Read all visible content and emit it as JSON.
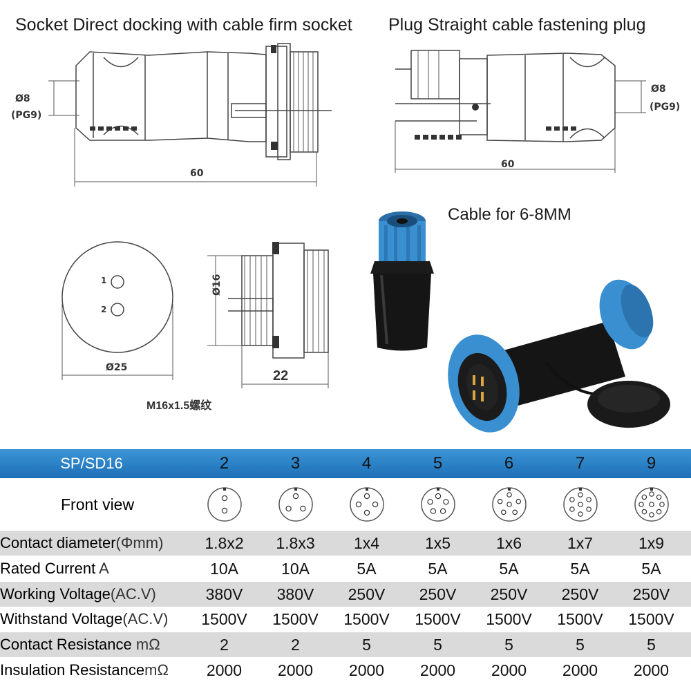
{
  "drawings": {
    "socket_title": "Socket  Direct docking with cable firm socket",
    "plug_title": "Plug  Straight cable fastening plug",
    "cable_caption": "Cable for 6-8MM",
    "socket_dim_dia": "Ø8",
    "socket_dim_pg": "(PG9)",
    "socket_dim_len": "60",
    "plug_dim_dia": "Ø8",
    "plug_dim_pg": "(PG9)",
    "plug_dim_len": "60",
    "face_pin1": "1",
    "face_pin2": "2",
    "face_dia": "Ø25",
    "thread_dia": "Ø16",
    "thread_len": "22",
    "thread_note": "M16x1.5螺纹"
  },
  "colors": {
    "header_blue": "#2a83c8",
    "connector_blue": "#3a8fd0",
    "row_shade": "#dadada"
  },
  "table": {
    "header_label": "SP/SD16",
    "pin_counts": [
      "2",
      "3",
      "4",
      "5",
      "6",
      "7",
      "9"
    ],
    "front_view_label": "Front view",
    "rows": [
      {
        "label": "Contact diameter",
        "unit": "(Φmm)",
        "values": [
          "1.8x2",
          "1.8x3",
          "1x4",
          "1x5",
          "1x6",
          "1x7",
          "1x9"
        ],
        "shaded": true
      },
      {
        "label": "Rated Current",
        "unit": " A",
        "values": [
          "10A",
          "10A",
          "5A",
          "5A",
          "5A",
          "5A",
          "5A"
        ],
        "shaded": false
      },
      {
        "label": "Working Voltage",
        "unit": "(AC.V)",
        "values": [
          "380V",
          "380V",
          "250V",
          "250V",
          "250V",
          "250V",
          "250V"
        ],
        "shaded": true
      },
      {
        "label": "Withstand Voltage",
        "unit": "(AC.V)",
        "values": [
          "1500V",
          "1500V",
          "1500V",
          "1500V",
          "1500V",
          "1500V",
          "1500V"
        ],
        "shaded": false
      },
      {
        "label": "Contact Resistance",
        "unit": " mΩ",
        "values": [
          "2",
          "2",
          "5",
          "5",
          "5",
          "5",
          "5"
        ],
        "shaded": true
      },
      {
        "label": "Insulation Resistance",
        "unit": "mΩ",
        "values": [
          "2000",
          "2000",
          "2000",
          "2000",
          "2000",
          "2000",
          "2000"
        ],
        "shaded": false
      }
    ]
  }
}
